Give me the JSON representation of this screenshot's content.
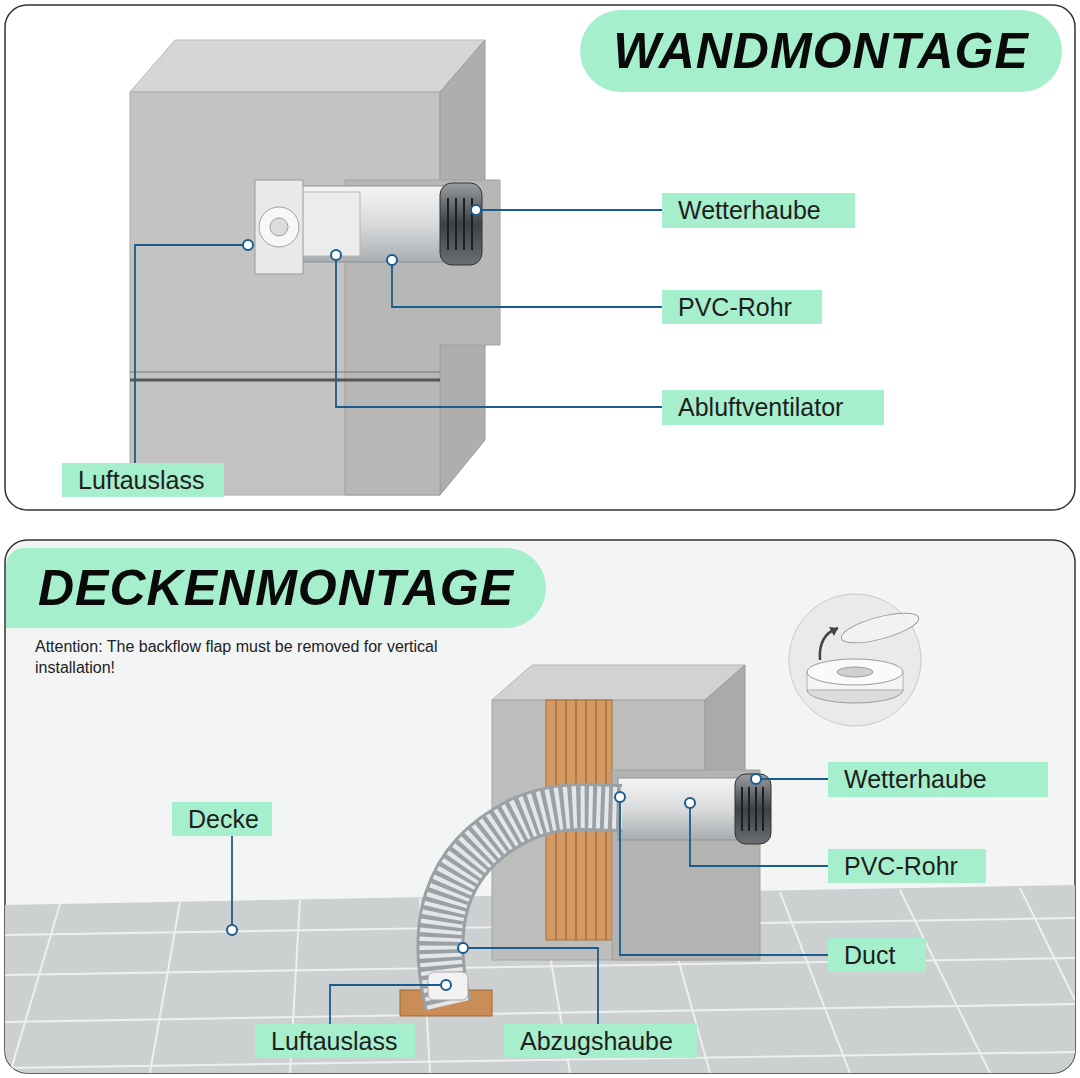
{
  "diagram": {
    "nodes": [
      {
        "text": [
          "WANDMONTAGE"
        ]
      },
      {
        "text": [
          "Wetterhaube"
        ]
      },
      {
        "text": [
          "PVC-Rohr"
        ]
      },
      {
        "text": [
          "Abluftventilator"
        ]
      },
      {
        "text": [
          "Luftauslass"
        ]
      },
      {
        "text": [
          "DECKENMONTAGE"
        ]
      },
      {
        "text": [
          "Wetterhaube"
        ]
      },
      {
        "text": [
          "Decke"
        ]
      },
      {
        "text": [
          "PVC-Rohr"
        ]
      },
      {
        "text": [
          "Duct"
        ]
      },
      {
        "text": [
          "Luftauslass"
        ]
      },
      {
        "text": [
          "Abzugshaube"
        ]
      }
    ],
    "labels": [
      "Attention: The backflow flap must be removed for vertical installation!"
    ]
  }
}
